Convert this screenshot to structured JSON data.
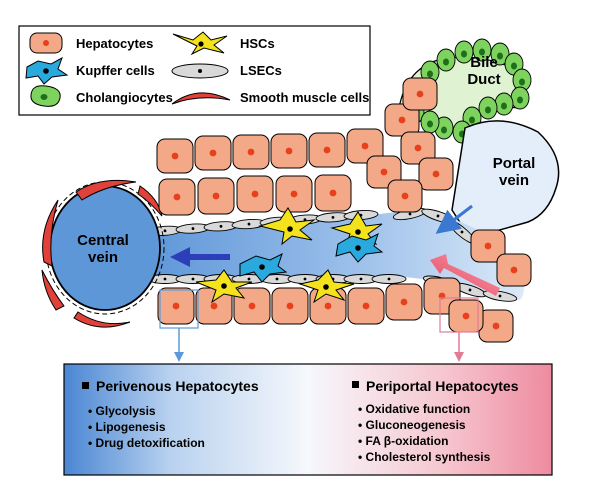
{
  "legend": {
    "items": [
      {
        "label": "Hepatocytes",
        "icon": "hepatocyte-icon"
      },
      {
        "label": "HSCs",
        "icon": "hsc-icon"
      },
      {
        "label": "Kupffer cells",
        "icon": "kupffer-cell-icon"
      },
      {
        "label": "LSECs",
        "icon": "lsec-icon"
      },
      {
        "label": "Cholangiocytes",
        "icon": "cholangiocyte-icon"
      },
      {
        "label": "Smooth muscle cells",
        "icon": "smooth-muscle-cell-icon"
      }
    ]
  },
  "structures": {
    "bile_duct": [
      "Bile",
      "Duct"
    ],
    "portal_vein": [
      "Portal",
      "vein"
    ],
    "central_vein": [
      "Central",
      "vein"
    ]
  },
  "zones": {
    "perivenous": {
      "title": "Perivenous Hepatocytes",
      "items": [
        "Glycolysis",
        "Lipogenesis",
        "Drug detoxification"
      ]
    },
    "periportal": {
      "title": "Periportal Hepatocytes",
      "items": [
        "Oxidative function",
        "Gluconeogenesis",
        "FA β-oxidation",
        "Cholesterol synthesis"
      ]
    }
  },
  "colors": {
    "hepatocyte": "#f3a988",
    "hepatocyte_nucleus": "#e8401c",
    "hsc": "#f4e21c",
    "kupffer": "#2aa9df",
    "lsec": "#d9d9d9",
    "cholangiocyte": "#7dd35e",
    "smooth_muscle": "#e0413a",
    "central_vein": "#5e97d8",
    "portal_vein": "#e3eefa",
    "perivenous_bg": "#3f7fd0",
    "periportal_bg": "#ef8da0"
  }
}
